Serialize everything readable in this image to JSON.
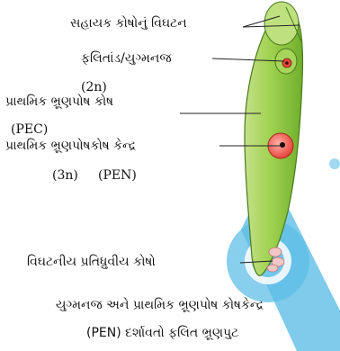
{
  "labels": {
    "synergids": "સહાયક કોષોનું વિઘટન",
    "zygote": "ફલિતાંડ/યુગ્મનજ",
    "zygote_ploidy": "(2n)",
    "pec": "પ્રાથમિક ભ્રૂણપોષ કોષ",
    "pec_abbr": "(PEC)",
    "pen": "પ્રાથમિક ભ્રૂણપોષકોષ કેન્દ્ર",
    "pen_ploidy": "(3n)",
    "pen_abbr": "(PEN)",
    "antipodals": "વિઘટનીય પ્રતિધ્રુવીય કોષો"
  },
  "caption": {
    "line1": "યુગ્મનજ અને પ્રાથમિક ભ્રૂણપોષ કોષકેન્દ્ર",
    "line2": "(PEN) દર્શાવતો ફલિત ભ્રૂણપુટ"
  },
  "colors": {
    "sac_fill": "#8cc63f",
    "sac_light": "#c5e08a",
    "sac_stroke": "#4a7a1c",
    "nucleus_fill": "#e8453c",
    "antipodal_fill": "#f3c6c6",
    "watermark": "#29a8df"
  }
}
